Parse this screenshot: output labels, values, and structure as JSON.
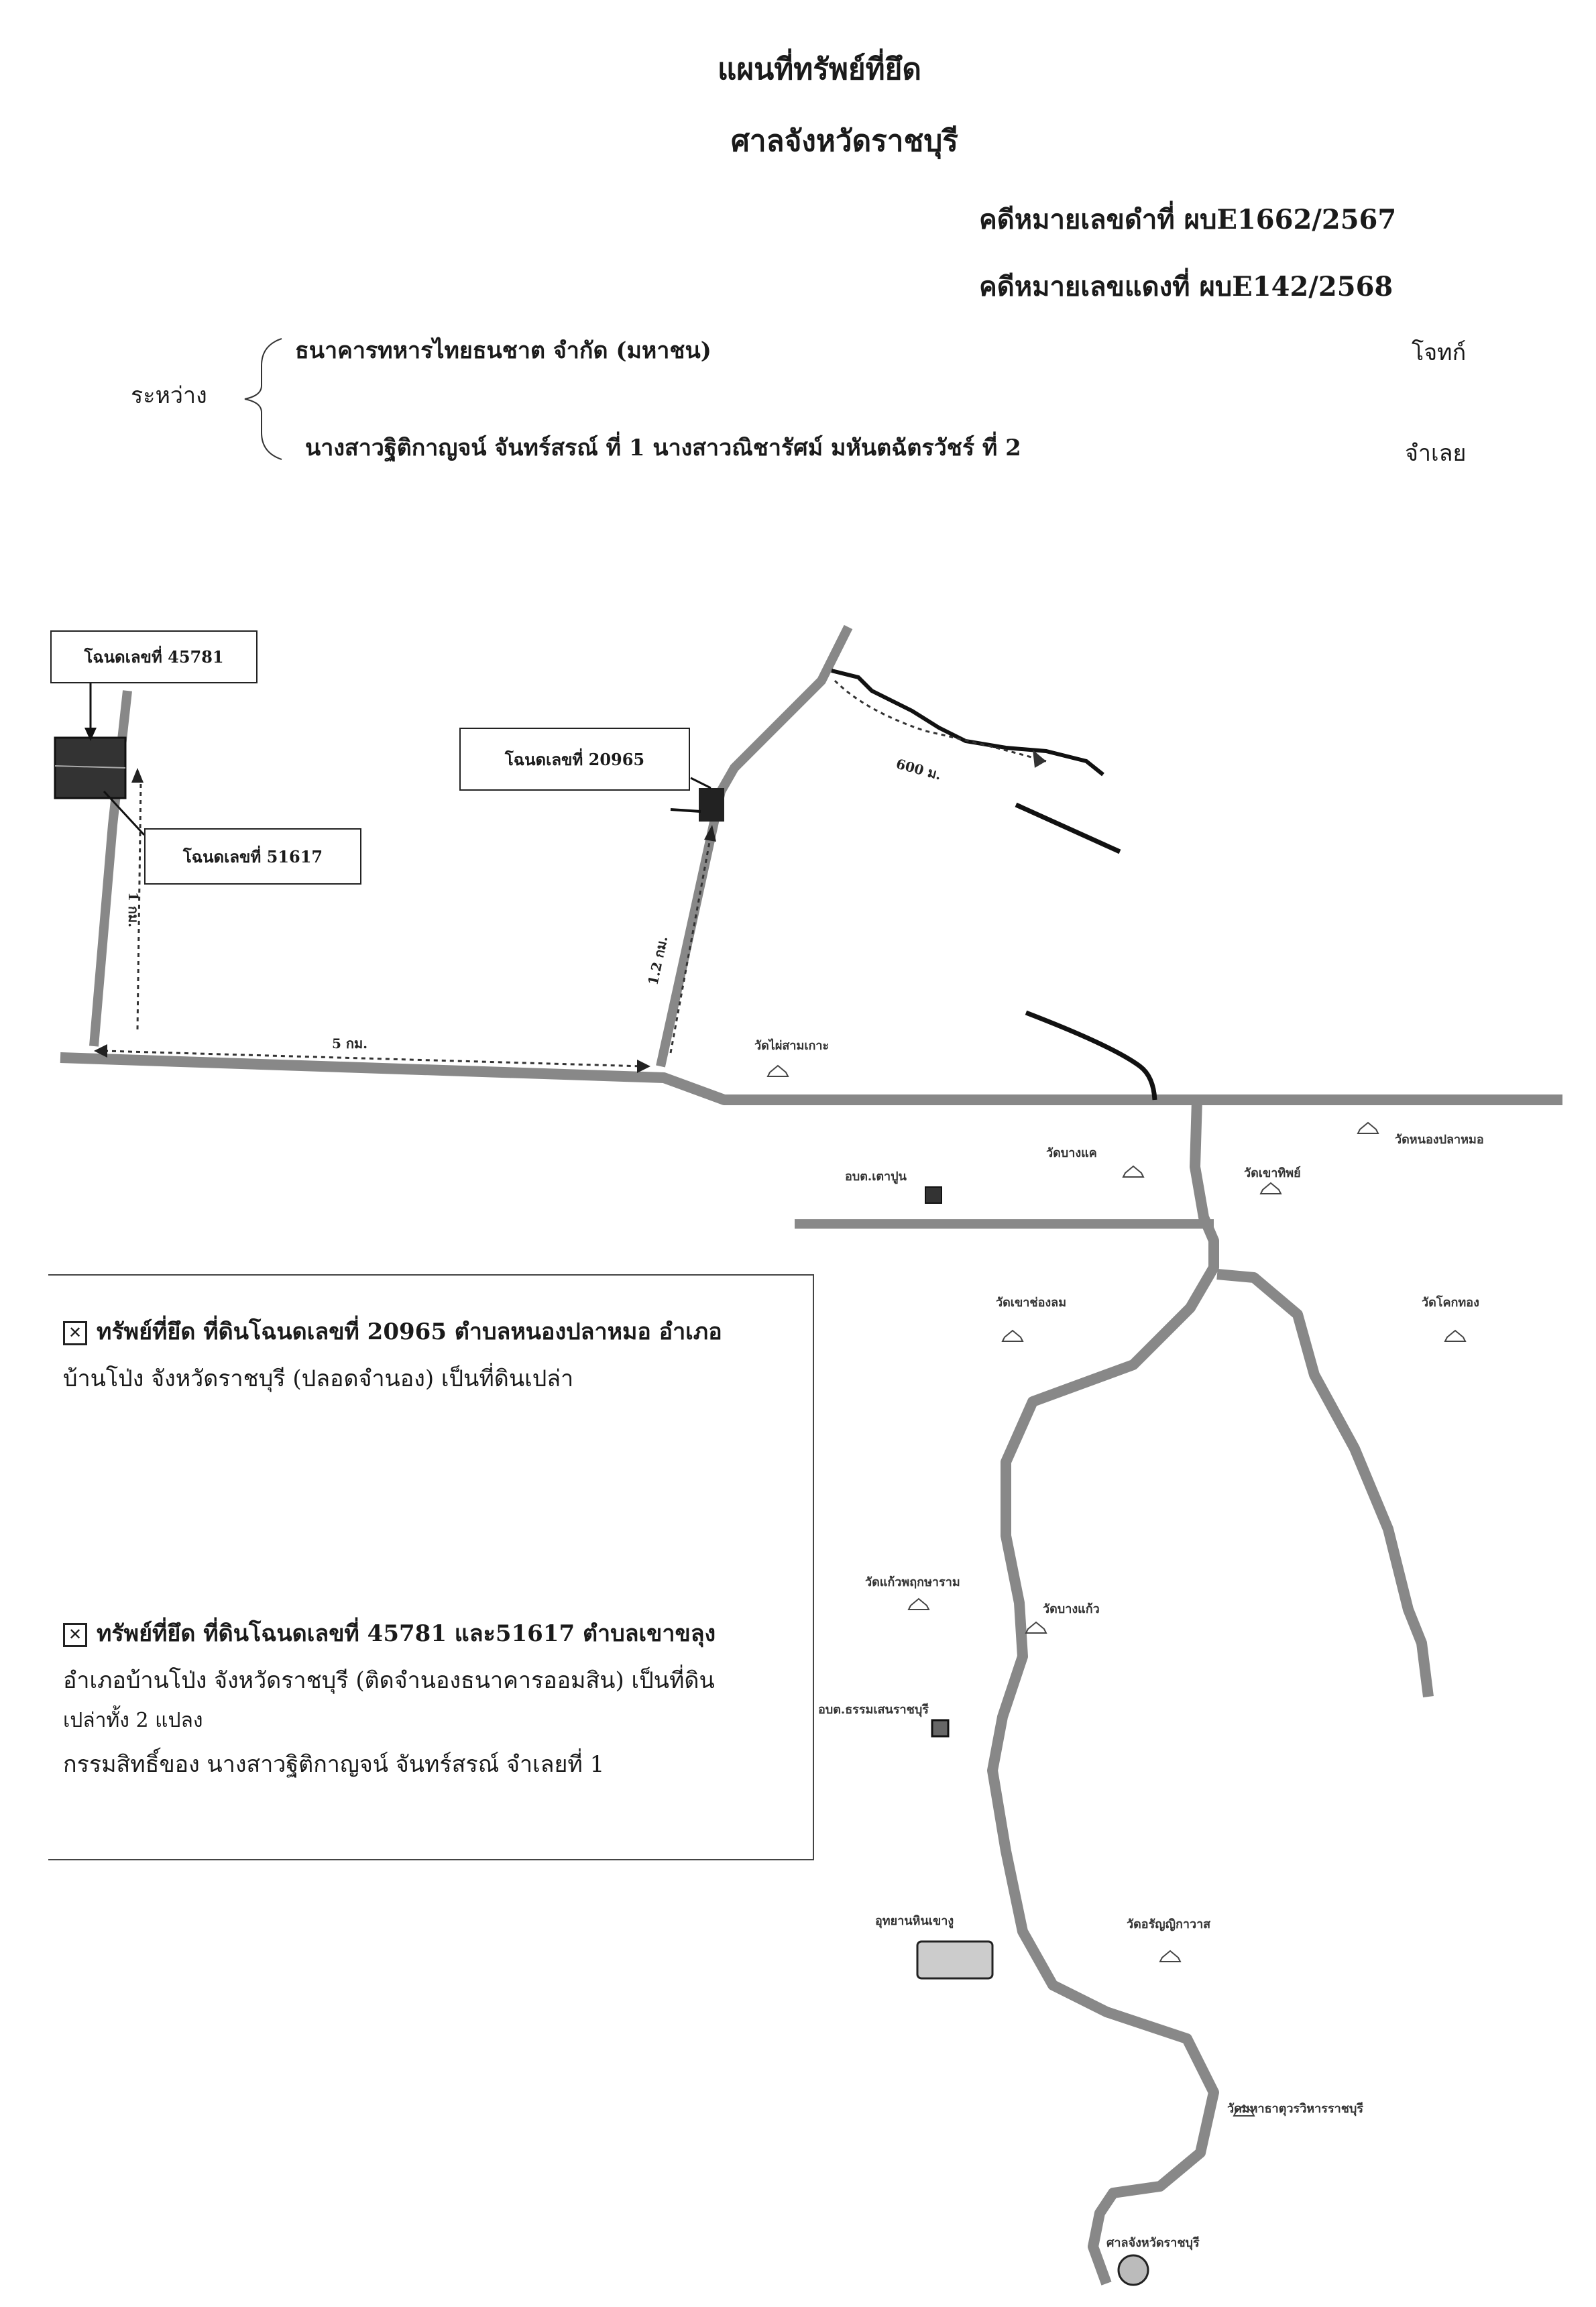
{
  "header": {
    "title": "แผนที่ทรัพย์ที่ยึด",
    "court": "ศาลจังหวัดราชบุรี",
    "black_case": "คดีหมายเลขดำที่  ผบE1662/2567",
    "red_case": "คดีหมายเลขแดงที่  ผบE142/2568",
    "between_label": "ระหว่าง",
    "plaintiff": "ธนาคารทหารไทยธนชาต จำกัด (มหาชน)",
    "plaintiff_role": "โจทก์",
    "defendant": "นางสาวฐิติกาญจน์ จันทร์สรณ์ ที่ 1 นางสาวณิชารัศม์ มหันตฉัตรวัชร์ ที่ 2",
    "defendant_role": "จำเลย"
  },
  "map": {
    "deed_45781": "โฉนดเลขที่ 45781",
    "deed_51617": "โฉนดเลขที่ 51617",
    "deed_20965": "โฉนดเลขที่ 20965",
    "dist_600m": "600 ม.",
    "dist_1km": "1 กม.",
    "dist_5km": "5 กม.",
    "dist_1_2km": "1.2 กม.",
    "places": {
      "wat_phai_sam_ko": "วัดไผ่สามเกาะ",
      "wat_bang_kae": "วัดบางแค",
      "wat_khao_tip": "วัดเขาทิพย์",
      "wat_nong_pla_mo": "วัดหนองปลาหมอ",
      "obt_ta_pun": "อบต.เตาปูน",
      "wat_khao_chong_lom": "วัดเขาช่องลม",
      "wat_khok_thong": "วัดโคกทอง",
      "wat_kaeo_phruksaram": "วัดแก้วพฤกษาราม",
      "wat_bang_kaeo": "วัดบางแก้ว",
      "obt_tham": "อบต.ธรรมเสนราชบุรี",
      "park": "อุทยานหินเขางู",
      "wat_aranyik": "วัดอรัญญิกาวาส",
      "wat_mahathat": "วัดมหาธาตุวรวิหารราชบุรี",
      "court": "ศาลจังหวัดราชบุรี"
    }
  },
  "legend": {
    "item1_a": "ทรัพย์ที่ยึด ที่ดินโฉนดเลขที่  20965 ตำบลหนองปลาหมอ  อำเภอ",
    "item1_b": "บ้านโป่ง  จังหวัดราชบุรี (ปลอดจำนอง) เป็นที่ดินเปล่า",
    "item2_a": "ทรัพย์ที่ยึด ที่ดินโฉนดเลขที่  45781 และ51617  ตำบลเขาขลุง",
    "item2_b": "อำเภอบ้านโป่ง  จังหวัดราชบุรี (ติดจำนองธนาคารออมสิน) เป็นที่ดิน",
    "item2_c": "เปล่าทั้ง 2 แปลง",
    "item2_d": "กรรมสิทธิ์ของ นางสาวฐิติกาญจน์ จันทร์สรณ์ จำเลยที่ 1"
  }
}
